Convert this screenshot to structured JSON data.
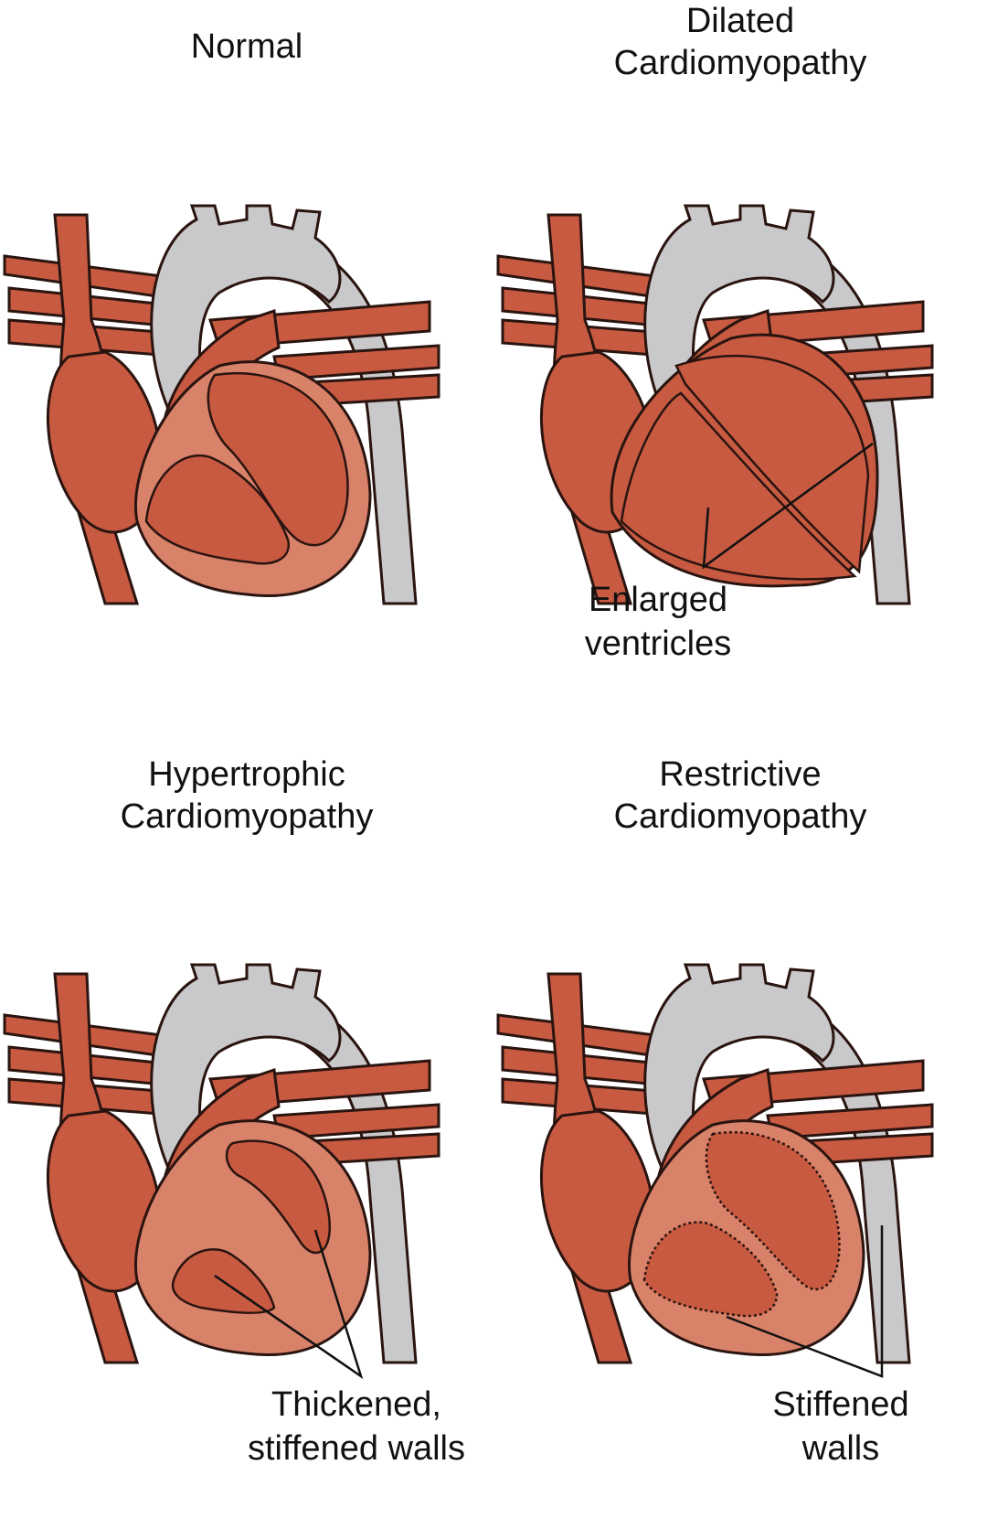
{
  "colors": {
    "muscle": "#c85a41",
    "muscle_light": "#dd8466",
    "wall": "#d9826a",
    "vessel_gray": "#c9c9cb",
    "outline": "#2a1410"
  },
  "panels": {
    "normal": {
      "title_1": "Normal"
    },
    "dilated": {
      "title_1": "Dilated",
      "title_2": "Cardiomyopathy",
      "callout_1": "Enlarged",
      "callout_2": "ventricles"
    },
    "hypertrophic": {
      "title_1": "Hypertrophic",
      "title_2": "Cardiomyopathy",
      "callout_1": "Thickened,",
      "callout_2": "stiffened walls"
    },
    "restrictive": {
      "title_1": "Restrictive",
      "title_2": "Cardiomyopathy",
      "callout_1": "Stiffened",
      "callout_2": "walls"
    }
  }
}
